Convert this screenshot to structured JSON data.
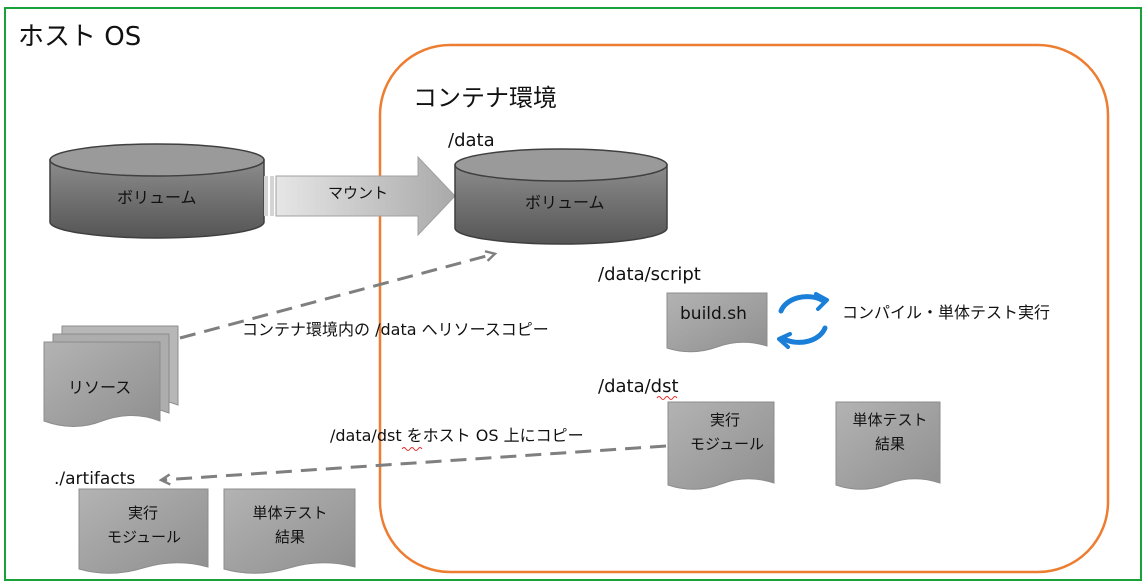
{
  "host": {
    "title": "ホスト OS"
  },
  "container": {
    "title": "コンテナ環境"
  },
  "host_volume": {
    "label": "ボリューム"
  },
  "mount": {
    "label": "マウント"
  },
  "container_volume": {
    "path": "/data",
    "label": "ボリューム"
  },
  "resources": {
    "label": "リソース"
  },
  "copy_in": {
    "label": "コンテナ環境内の /data へリソースコピー"
  },
  "script": {
    "path": "/data/script",
    "file": "build.sh",
    "cycle_label": "コンパイル・単体テスト実行"
  },
  "dst": {
    "path": "/data/dst",
    "module_line1": "実行",
    "module_line2": "モジュール",
    "result_line1": "単体テスト",
    "result_line2": "結果"
  },
  "copy_out": {
    "label": "/data/dst をホスト OS 上にコピー"
  },
  "artifacts": {
    "path": "./artifacts",
    "module_line1": "実行",
    "module_line2": "モジュール",
    "result_line1": "単体テスト",
    "result_line2": "結果"
  },
  "colors": {
    "host_border": "#1aa23a",
    "container_border": "#ed7d31",
    "shape_dark": "#6b6b6b",
    "shape_light": "#a6a6a6",
    "cycle": "#1a7fd8",
    "arrow_gray": "#7f7f7f"
  }
}
